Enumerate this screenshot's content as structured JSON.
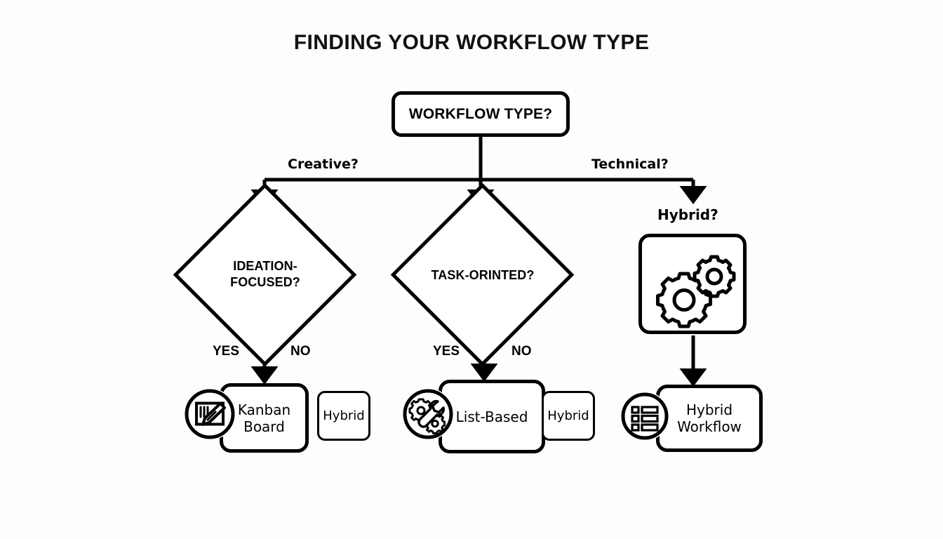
{
  "title": "FINDING YOUR WORKFLOW TYPE",
  "root": {
    "label": "WORKFLOW TYPE?"
  },
  "branches": {
    "creative": "Creative?",
    "technical": "Technical?",
    "hybrid_question": "Hybrid?"
  },
  "decisions": {
    "left": "IDEATION-FOCUSED?",
    "left_line1": "IDEATION-",
    "left_line2": "FOCUSED?",
    "middle": "TASK-ORINTED?"
  },
  "answers": {
    "left_yes": "YES",
    "left_no": "NO",
    "middle_yes": "YES",
    "middle_no": "NO"
  },
  "results": {
    "kanban_line1": "Kanban",
    "kanban_line2": "Board",
    "hybrid_left": "Hybrid",
    "list_based": "List-Based",
    "hybrid_middle": "Hybrid",
    "hybrid_workflow_line1": "Hybrid",
    "hybrid_workflow_line2": "Workflow"
  },
  "icons": {
    "gears": "gears-icon",
    "brush": "paint-brush-board-icon",
    "tools": "gears-wrench-icon",
    "list": "list-items-icon"
  },
  "colors": {
    "stroke": "#000000",
    "background": "#fdfdfc",
    "text": "#000000"
  }
}
